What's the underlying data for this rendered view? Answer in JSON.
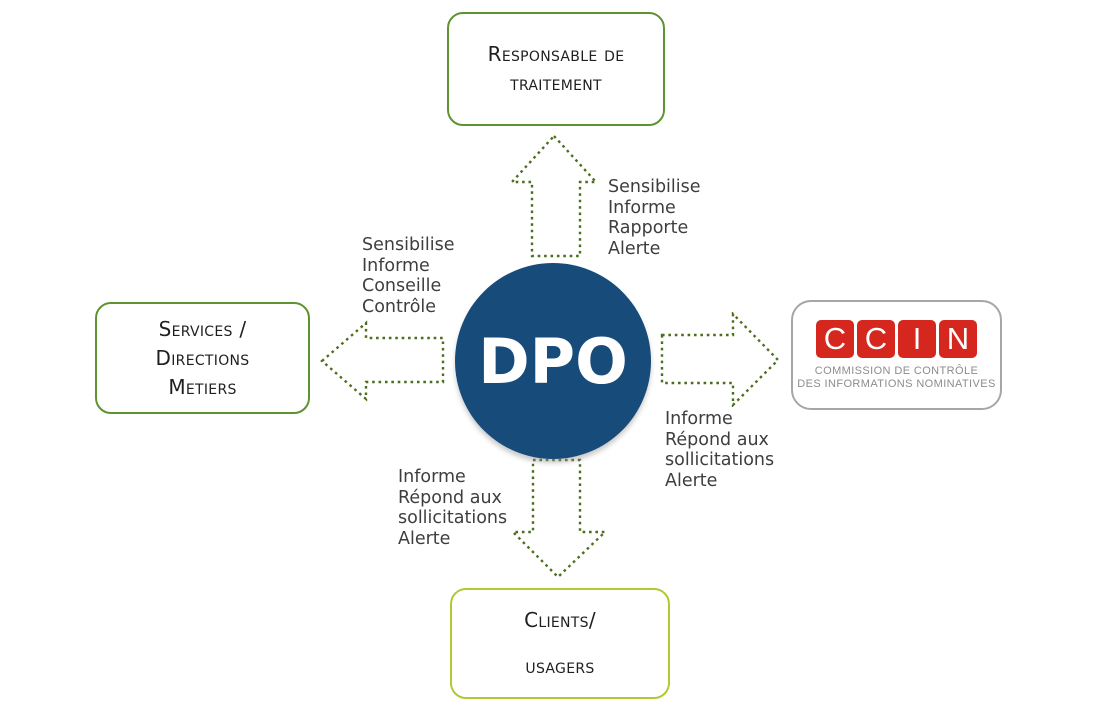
{
  "diagram": {
    "center": {
      "label": "DPO"
    },
    "boxes": {
      "top": {
        "line1": "Responsable de",
        "line2": "traitement"
      },
      "left": {
        "line1": "Services /",
        "line2": "Directions",
        "line3": "Metiers"
      },
      "bottom": {
        "line1": "Clients/",
        "line2": "usagers"
      },
      "ccin": {
        "letters": [
          "C",
          "C",
          "I",
          "N"
        ],
        "caption_line1": "COMMISSION DE CONTRÔLE",
        "caption_line2": "DES INFORMATIONS NOMINATIVES"
      }
    },
    "flow_labels": {
      "to_top": {
        "lines": [
          "Sensibilise",
          "Informe",
          "Rapporte",
          "Alerte"
        ]
      },
      "to_left": {
        "lines": [
          "Sensibilise",
          "Informe",
          "Conseille",
          "Contrôle"
        ]
      },
      "to_right": {
        "lines": [
          "Informe",
          "Répond aux",
          "sollicitations",
          "Alerte"
        ]
      },
      "to_bottom": {
        "lines": [
          "Informe",
          "Répond aux",
          "sollicitations",
          "Alerte"
        ]
      }
    },
    "colors": {
      "circle_blue": "#174b7a",
      "box_border_green": "#5f9331",
      "box_border_chartreuse": "#b4c832",
      "box_border_gray": "#a6a6a6",
      "ccin_red": "#d5271d",
      "arrow_dotted_green": "#4c6e1d",
      "flow_label_text": "#3e3e3e",
      "box_text": "#1f1f1f"
    }
  }
}
